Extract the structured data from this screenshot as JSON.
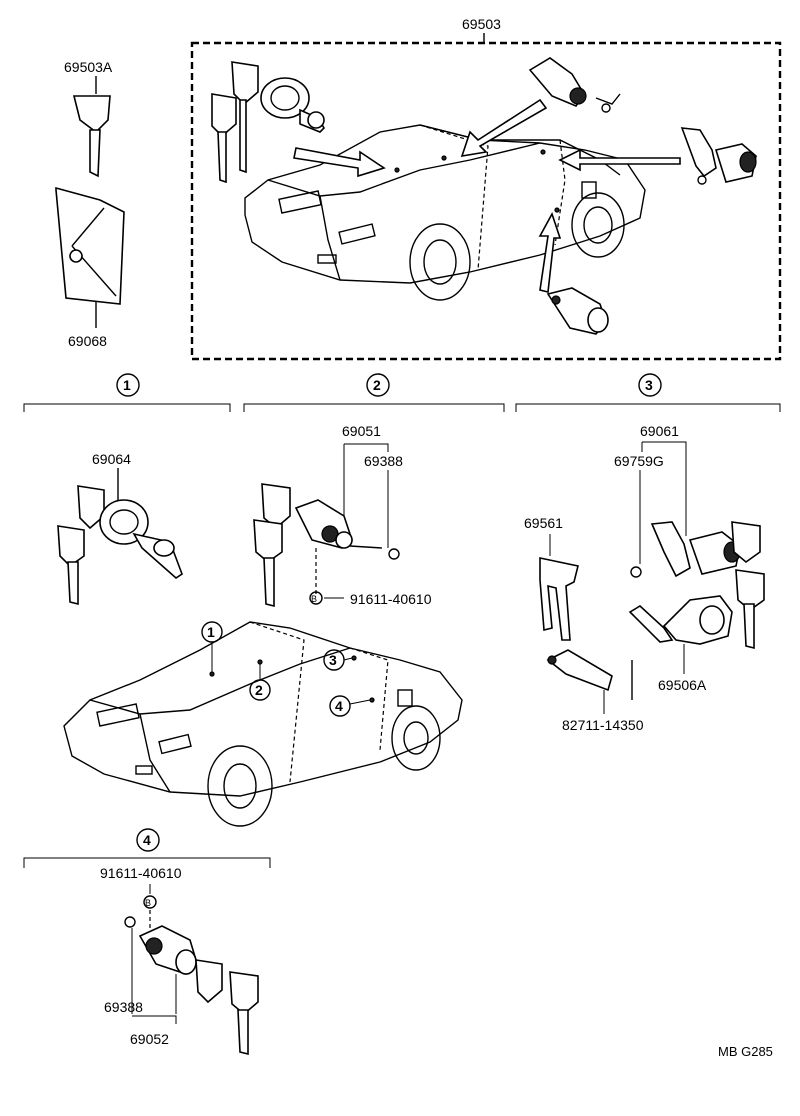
{
  "labels": {
    "kit_set": "69503",
    "key_blank": "69503A",
    "key_plate": "69068",
    "ignition_cyl": "69064",
    "door_cyl_assy": "69051",
    "door_retainer": "69388",
    "screw_2": "91611-40610",
    "hatch_cyl_assy": "69061",
    "hatch_retainer": "69759G",
    "hatch_bracket": "69561",
    "hatch_cyl": "69506A",
    "hatch_clip": "82711-14350",
    "screw_4": "91611-40610",
    "cyl_retainer_4": "69388",
    "cyl_assy_4": "69052",
    "footer": "MB  G285"
  },
  "callouts": {
    "c1": "1",
    "c2": "2",
    "c3": "3",
    "c4": "4",
    "car_1": "1",
    "car_2": "2",
    "car_3": "3",
    "car_4": "4",
    "bolt_b": "B"
  },
  "icons": [
    "key-icon",
    "lock-cylinder-icon",
    "car-outline-icon",
    "bracket-icon",
    "clip-icon"
  ]
}
